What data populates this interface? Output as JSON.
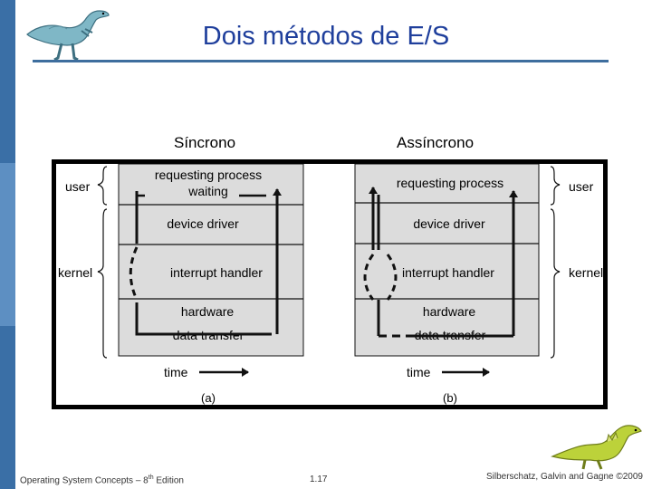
{
  "slide": {
    "title": "Dois métodos de E/S",
    "left_label": "Síncrono",
    "right_label": "Assíncrono"
  },
  "diagram": {
    "left": {
      "layers": [
        "requesting process",
        "waiting",
        "device driver",
        "interrupt handler",
        "hardware",
        "data transfer"
      ],
      "user_label": "user",
      "kernel_label": "kernel",
      "time_label": "time",
      "caption": "(a)"
    },
    "right": {
      "layers": [
        "requesting process",
        "device driver",
        "interrupt handler",
        "hardware",
        "data transfer"
      ],
      "user_label": "user",
      "kernel_label": "kernel",
      "time_label": "time",
      "caption": "(b)"
    }
  },
  "footer": {
    "book": "Operating System Concepts – 8",
    "edition_sup": "th",
    "edition_rest": " Edition",
    "page": "1.17",
    "authors": "Silberschatz, Galvin and Gagne ©2009"
  },
  "colors": {
    "title": "#1f3f9c",
    "rule": "#3e6e9e",
    "box_fill": "#dcdcdc"
  },
  "icons": [
    "dinosaur-top-left-icon",
    "dinosaur-bottom-right-icon"
  ]
}
